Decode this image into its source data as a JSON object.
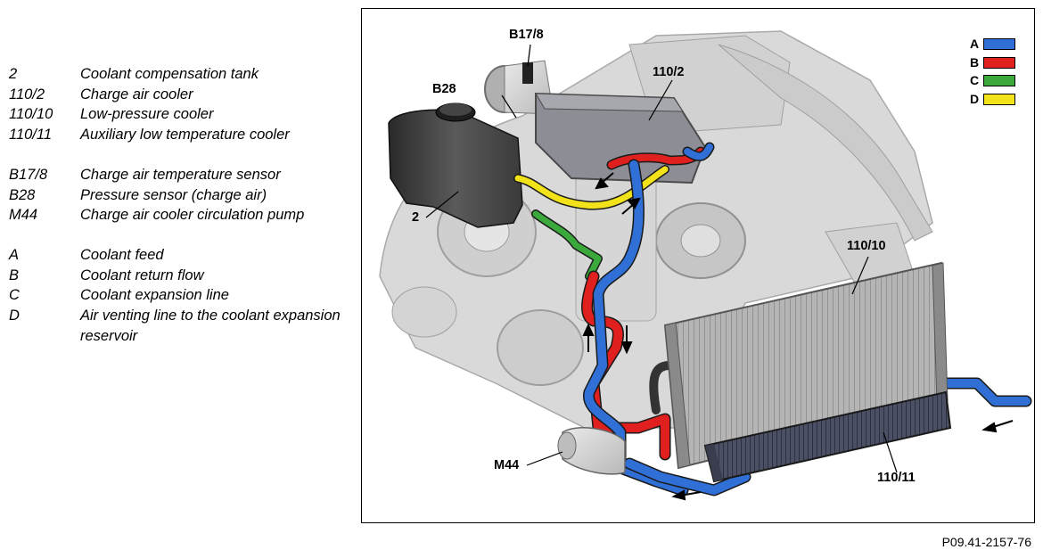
{
  "legend": {
    "groups": [
      {
        "items": [
          {
            "code": "2",
            "desc": "Coolant compensation tank"
          },
          {
            "code": "110/2",
            "desc": "Charge air cooler"
          },
          {
            "code": "110/10",
            "desc": "Low-pressure cooler"
          },
          {
            "code": "110/11",
            "desc": "Auxiliary low temperature cooler"
          }
        ]
      },
      {
        "items": [
          {
            "code": "B17/8",
            "desc": "Charge air temperature sensor"
          },
          {
            "code": "B28",
            "desc": "Pressure sensor (charge air)"
          },
          {
            "code": "M44",
            "desc": "Charge air cooler circulation pump"
          }
        ]
      },
      {
        "items": [
          {
            "code": "A",
            "desc": "Coolant feed"
          },
          {
            "code": "B",
            "desc": "Coolant return flow"
          },
          {
            "code": "C",
            "desc": "Coolant expansion line"
          },
          {
            "code": "D",
            "desc": "Air venting line to the coolant expansion reservoir"
          }
        ]
      }
    ]
  },
  "diagram": {
    "callouts": {
      "b17_8": "B17/8",
      "c110_2": "110/2",
      "b28": "B28",
      "tank": "2",
      "c110_10": "110/10",
      "m44": "M44",
      "c110_11": "110/11"
    },
    "key": [
      {
        "letter": "A",
        "color": "#2f6fd6"
      },
      {
        "letter": "B",
        "color": "#e0201e"
      },
      {
        "letter": "C",
        "color": "#3aa83a"
      },
      {
        "letter": "D",
        "color": "#f2e21a"
      }
    ]
  },
  "figure_id": "P09.41-2157-76"
}
